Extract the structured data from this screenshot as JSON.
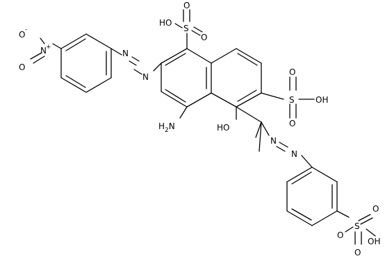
{
  "diagram": {
    "type": "chemical-structure",
    "colors": {
      "bond": "#000000",
      "background": "#ffffff"
    },
    "labels": {
      "sulfo_top_oh": "HO",
      "sulfo_top_o": "O",
      "sulfo_top_s": "S",
      "sulfo_top_o2": "O",
      "nitro_o_minus": "O",
      "nitro_minus": "-",
      "nitro_n": "N",
      "nitro_plus": "+",
      "nitro_o": "O",
      "azo1_n_a": "N",
      "azo1_n_b": "N",
      "amino": "H2N",
      "hydroxy": "HO",
      "sulfo_right_o_up": "O",
      "sulfo_right_s": "S",
      "sulfo_right_oh": "OH",
      "sulfo_right_o_down": "O",
      "azo2_n_a": "N",
      "azo2_n_b": "N",
      "sulfo_bottom_o_up": "O",
      "sulfo_bottom_s": "S",
      "sulfo_bottom_oh": "OH",
      "sulfo_bottom_o_left": "O",
      "sulfo_bottom_o_down": "O"
    }
  }
}
